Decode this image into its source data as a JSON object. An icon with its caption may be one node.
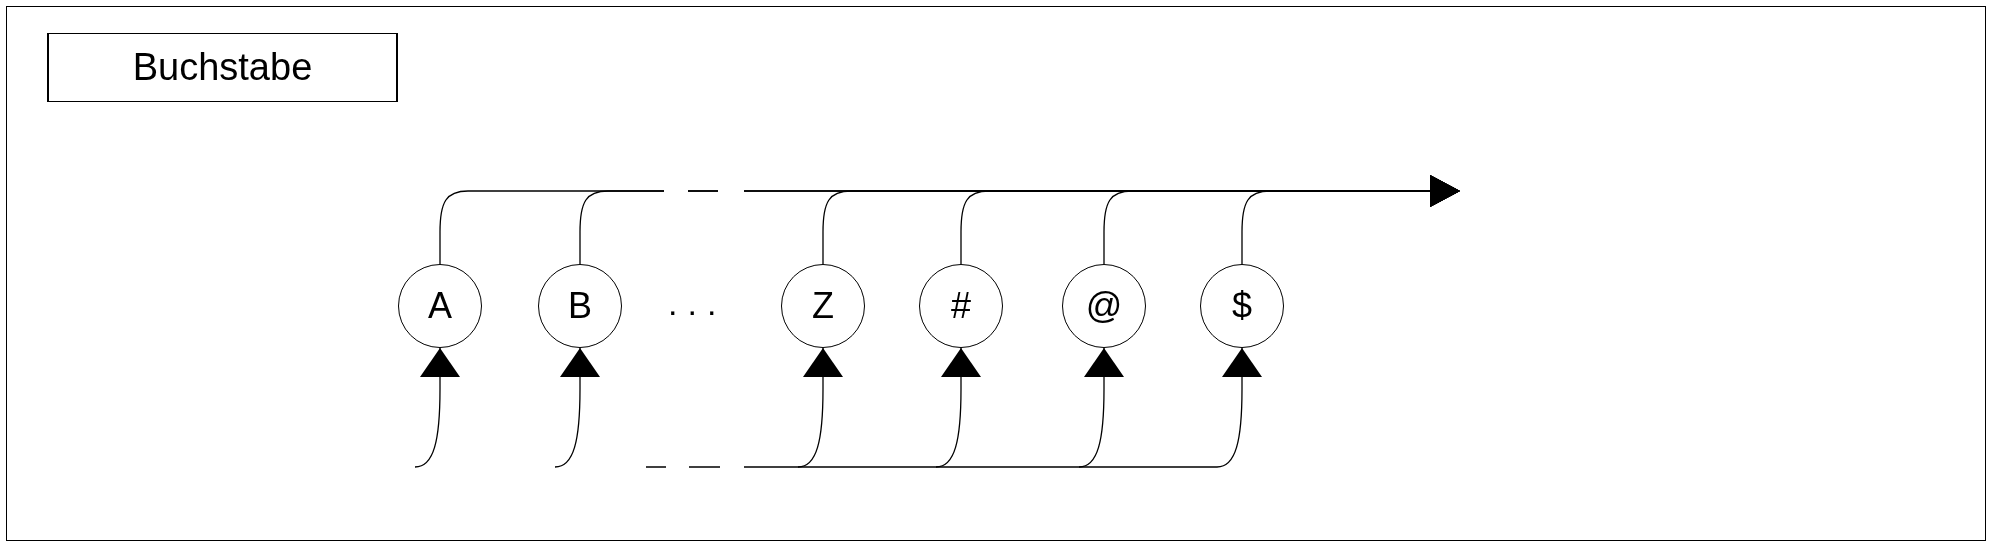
{
  "diagram": {
    "nodes": [
      {
        "text": [
          "Buchstabe"
        ]
      },
      {
        "text": [
          "A"
        ]
      },
      {
        "text": [
          "B"
        ]
      },
      {
        "text": [
          "Z"
        ]
      },
      {
        "text": [
          "#"
        ]
      },
      {
        "text": [
          "@"
        ]
      },
      {
        "text": [
          "$"
        ]
      }
    ],
    "edges": [
      {
        "from": null,
        "to": 1,
        "arrow": "to"
      },
      {
        "from": 1,
        "to": null,
        "arrow": "to"
      },
      {
        "from": null,
        "to": 2,
        "arrow": "to"
      },
      {
        "from": 2,
        "to": null,
        "arrow": "to"
      },
      {
        "from": null,
        "to": 3,
        "arrow": "to"
      },
      {
        "from": 3,
        "to": null,
        "arrow": "to"
      },
      {
        "from": null,
        "to": 4,
        "arrow": "to"
      },
      {
        "from": 4,
        "to": null,
        "arrow": "to"
      },
      {
        "from": null,
        "to": 5,
        "arrow": "to"
      },
      {
        "from": 5,
        "to": null,
        "arrow": "to"
      },
      {
        "from": null,
        "to": 6,
        "arrow": "to"
      },
      {
        "from": 6,
        "to": null,
        "arrow": "to"
      }
    ],
    "labels": [
      "..."
    ]
  }
}
